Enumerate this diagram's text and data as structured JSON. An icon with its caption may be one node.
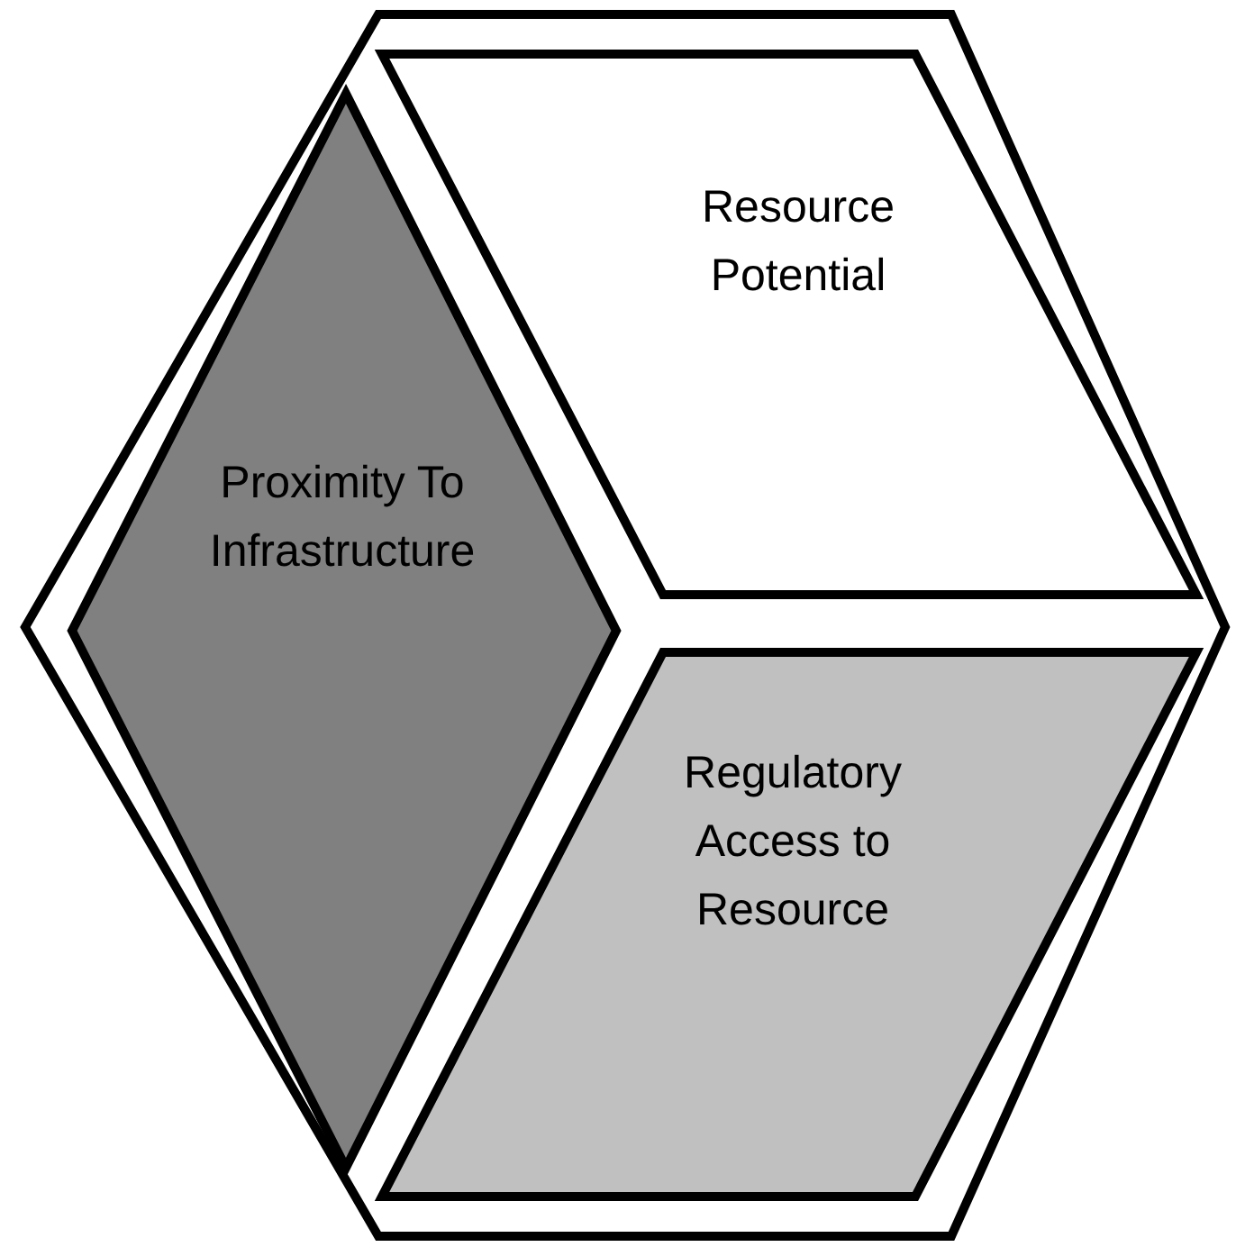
{
  "diagram": {
    "nodes": [
      {
        "text": [],
        "shape": "hexagon"
      },
      {
        "text": [
          "Resource Potential"
        ],
        "in": 0
      },
      {
        "text": [
          "Proximity To Infrastructure"
        ],
        "in": 0
      },
      {
        "text": [
          "Regulatory Access to Resource"
        ],
        "in": 0
      }
    ]
  }
}
